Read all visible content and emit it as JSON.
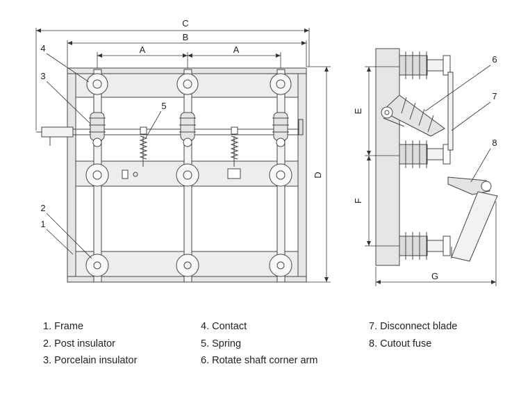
{
  "dimension_labels": {
    "A": "A",
    "B": "B",
    "C": "C",
    "D": "D",
    "E": "E",
    "F": "F",
    "G": "G"
  },
  "callouts": [
    "1",
    "2",
    "3",
    "4",
    "5",
    "6",
    "7",
    "8"
  ],
  "legend": {
    "col1": [
      "1. Frame",
      "2. Post insulator",
      "3. Porcelain insulator"
    ],
    "col2": [
      "4. Contact",
      "5. Spring",
      "6. Rotate shaft corner arm"
    ],
    "col3": [
      "7. Disconnect blade",
      "8. Cutout fuse"
    ]
  }
}
